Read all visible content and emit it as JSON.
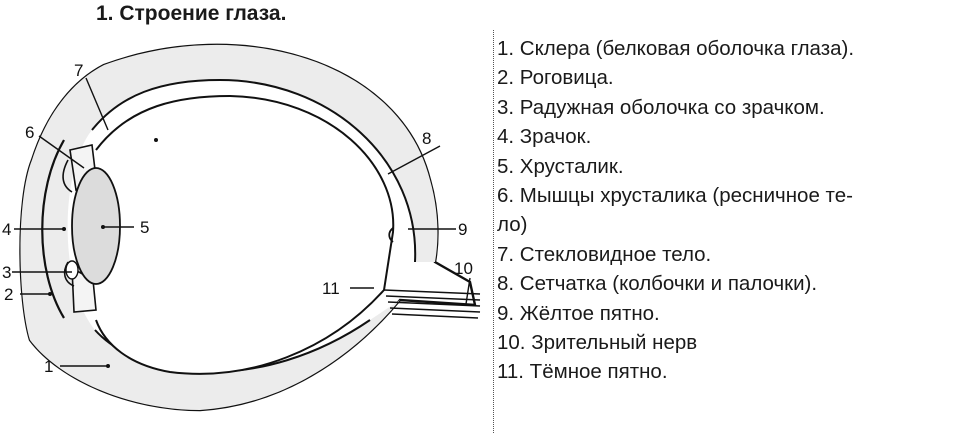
{
  "title": "1. Строение глаза.",
  "diagram_labels": [
    "1",
    "2",
    "3",
    "4",
    "5",
    "6",
    "7",
    "8",
    "9",
    "10",
    "11"
  ],
  "legend": [
    "1. Склера (белковая оболочка глаза).",
    "2. Роговица.",
    "3. Радужная оболочка со зрачком.",
    "4. Зрачок.",
    "5. Хрусталик.",
    "6. Мышцы хрусталика (ресничное те-",
    "ло)",
    "7. Стекловидное тело.",
    "8. Сетчатка (колбочки и палочки).",
    "9. Жёлтое пятно.",
    "10. Зрительный нерв",
    "11. Тёмное пятно."
  ]
}
